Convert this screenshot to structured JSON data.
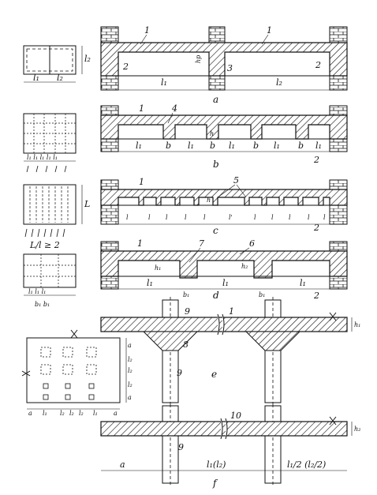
{
  "panels": [
    {
      "id": "a",
      "caption": "a",
      "callouts": [
        "1",
        "2",
        "3",
        "1",
        "2"
      ],
      "spans": [
        "l₁",
        "l₂"
      ],
      "plan_dims": [
        "l₁",
        "l₂",
        "l₂"
      ],
      "height_label": "hp"
    },
    {
      "id": "b",
      "caption": "b",
      "callouts": [
        "1",
        "4",
        "2"
      ],
      "spans": [
        "l₁",
        "b",
        "l₁",
        "b",
        "l₁",
        "b",
        "l₁",
        "b",
        "l₁"
      ],
      "height_label": "h"
    },
    {
      "id": "c",
      "caption": "c",
      "callouts": [
        "1",
        "5",
        "2"
      ],
      "spans": [
        "l",
        "l",
        "l",
        "l",
        "l",
        "l'",
        "l",
        "l",
        "l",
        "l",
        "l"
      ],
      "plan_label": "L",
      "ratio_label": "L/l ≥ 2",
      "height_label": "h"
    },
    {
      "id": "d",
      "caption": "d",
      "callouts": [
        "1",
        "7",
        "6",
        "2"
      ],
      "spans": [
        "l₁",
        "l₁",
        "l₁"
      ],
      "sub_labels": [
        "b₁",
        "b₁",
        "b₁",
        "b₁"
      ],
      "height_labels": [
        "h₁",
        "h₂"
      ]
    },
    {
      "id": "e",
      "caption": "e",
      "callouts": [
        "9",
        "1",
        "8",
        "9"
      ],
      "side_label": "h₁",
      "plan_dims": [
        "a",
        "l₁",
        "l₂",
        "l₂",
        "l₂",
        "l₁",
        "a"
      ]
    },
    {
      "id": "f",
      "caption": "f",
      "callouts": [
        "10",
        "9"
      ],
      "dims": [
        "a",
        "l₁(l₂)",
        "l₁/2 (l₂/2)"
      ],
      "side_label": "h₂"
    }
  ]
}
